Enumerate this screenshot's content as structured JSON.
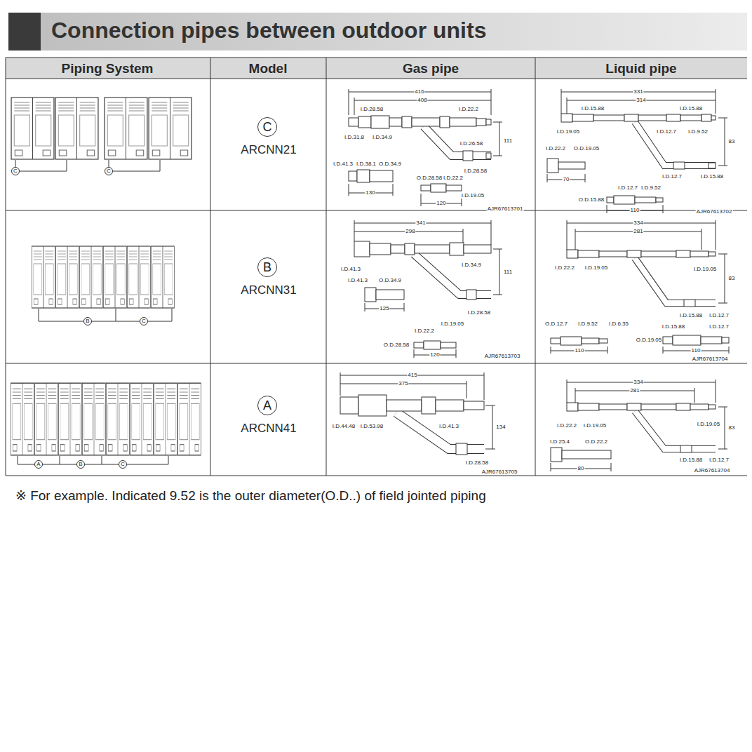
{
  "diagram": {
    "title": "Connection pipes between outdoor units",
    "caption": "※ For example. Indicated 9.52 is the outer diameter(O.D..) of field jointed piping",
    "nodes": [
      {
        "text": [
          "C"
        ]
      },
      {
        "text": [
          "C"
        ]
      },
      {
        "text": [
          "C"
        ]
      },
      {
        "text": [
          "B"
        ]
      },
      {
        "text": [
          "C"
        ]
      },
      {
        "text": [
          "B"
        ]
      },
      {
        "text": [
          "A"
        ]
      },
      {
        "text": [
          "B"
        ]
      },
      {
        "text": [
          "C"
        ]
      },
      {
        "text": [
          "A"
        ]
      }
    ],
    "labels": [
      "Piping System",
      "Model",
      "Gas pipe",
      "Liquid pipe",
      "ARCNN21",
      "416",
      "408",
      "I.D.28.58",
      "I.D.22.2",
      "I.D.31.8",
      "I.D.34.9",
      "I.D.26.58",
      "I.D.28.58",
      "111",
      "I.D.41.3",
      "I.D.38.1",
      "O.D.34.9",
      "130",
      "O.D.28.58",
      "I.D.22.2",
      "I.D.19.05",
      "120",
      "AJR67613701",
      "331",
      "314",
      "I.D.15.88",
      "I.D.15.88",
      "I.D.19.05",
      "I.D.12.7",
      "I.D.9.52",
      "83",
      "I.D.22.2",
      "O.D.19.05",
      "70",
      "I.D.12.7",
      "I.D.15.88",
      "I.D.12.7",
      "I.D.9.52",
      "O.D.15.88",
      "110",
      "AJR67613702",
      "ARCNN31",
      "341",
      "298",
      "I.D.41.3",
      "I.D.34.9",
      "111",
      "I.D.41.3",
      "O.D.34.9",
      "125",
      "I.D.28.58",
      "I.D.22.2",
      "I.D.19.05",
      "O.D.28.58",
      "120",
      "AJR67613703",
      "334",
      "281",
      "I.D.22.2",
      "I.D.19.05",
      "I.D.19.05",
      "83",
      "I.D.15.88",
      "I.D.12.7",
      "O.D.12.7",
      "I.D.9.52",
      "I.D.6.35",
      "110",
      "I.D.15.88",
      "I.D.12.7",
      "O.D.19.05",
      "110",
      "AJR67613704",
      "ARCNN41",
      "415",
      "375",
      "I.D.44.48",
      "I.D.53.98",
      "I.D.41.3",
      "134",
      "I.D.28.58",
      "AJR67613705",
      "334",
      "281",
      "I.D.22.2",
      "I.D.19.05",
      "I.D.19.05",
      "83",
      "I.D.25.4",
      "O.D.22.2",
      "80",
      "I.D.15.88",
      "I.D.12.7",
      "AJR67613704"
    ]
  }
}
